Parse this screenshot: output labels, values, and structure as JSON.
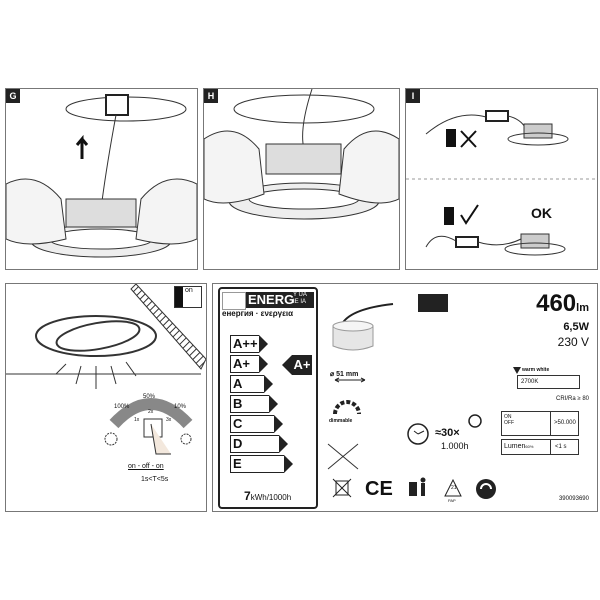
{
  "panels": {
    "g": "G",
    "h": "H",
    "i": "I",
    "ok": "OK"
  },
  "dimmer": {
    "on": "on",
    "steps": [
      "100%",
      "50%",
      "10%"
    ],
    "presses": [
      "1x",
      "2x",
      "3x"
    ],
    "sequence": "on - off - on",
    "timing": "1s<T<5s"
  },
  "label": {
    "energy_title": "ENERG",
    "energy_suffix_1": "Y UA",
    "energy_suffix_2": "IE IA",
    "energy_sub": "енергия · ενεργεια",
    "classes": [
      "A++",
      "A+",
      "A",
      "B",
      "C",
      "D",
      "E"
    ],
    "rating": "A+",
    "consumption_value": "7",
    "consumption_unit": "kWh/1000h",
    "lumen_value": "460",
    "lumen_unit": "lm",
    "power": "6,5W",
    "voltage": "230 V",
    "diameter": "⌀ 51 mm",
    "dimmable": "dimmable",
    "color_name": "warm white",
    "color_temp": "2700K",
    "cri": "CRI/Ra ≥ 80",
    "switch_on": "ON",
    "switch_off": "OFF",
    "switch_cycles": ">50.000",
    "lumen_label": "Lumen",
    "lumen_pct": "60%",
    "lumen_time": "<1 s",
    "lifetime_factor": "≈30×",
    "lifetime_hours": "1.000h",
    "ce": "CE",
    "recycle_code": "21",
    "recycle_mat": "PAP",
    "article_no": "390093690"
  }
}
